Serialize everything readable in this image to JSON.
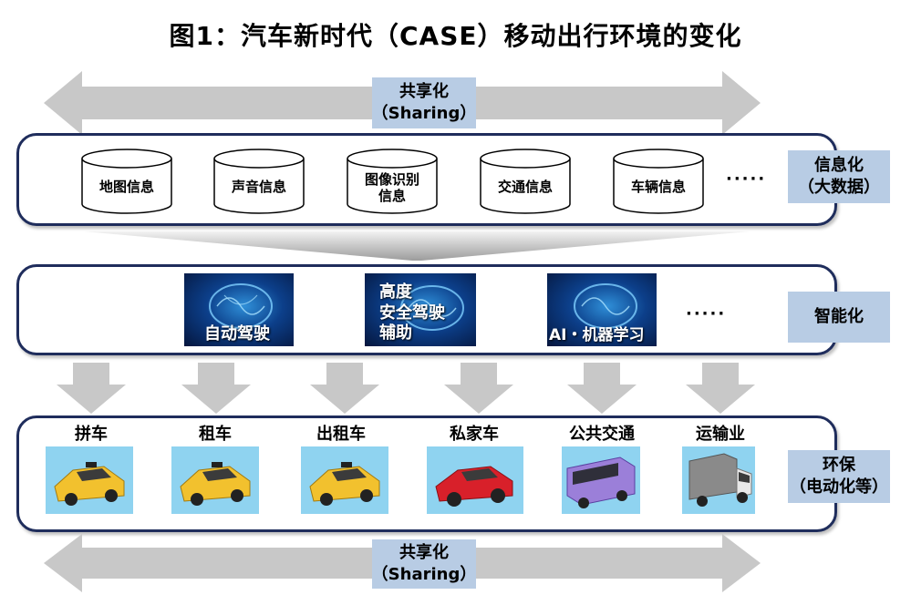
{
  "title": "图1：汽车新时代（CASE）移动出行环境的变化",
  "sharing": {
    "line1": "共享化",
    "line2": "（Sharing）"
  },
  "info_layer": {
    "items": [
      "地图信息",
      "声音信息",
      "图像识别\n信息",
      "交通信息",
      "车辆信息"
    ],
    "ellipsis": "·····",
    "side_label": {
      "line1": "信息化",
      "line2": "（大数据）"
    }
  },
  "intelligent_layer": {
    "items": [
      "自动驾驶",
      "高度\n安全驾驶\n辅助",
      "AI・机器学习"
    ],
    "ellipsis": "·····",
    "side_label": "智能化"
  },
  "mobility_layer": {
    "items": [
      {
        "label": "拼车",
        "vehicle": "taxi-icon"
      },
      {
        "label": "租车",
        "vehicle": "taxi-icon"
      },
      {
        "label": "出租车",
        "vehicle": "taxi-icon"
      },
      {
        "label": "私家车",
        "vehicle": "car-icon"
      },
      {
        "label": "公共交通",
        "vehicle": "bus-icon"
      },
      {
        "label": "运输业",
        "vehicle": "truck-icon"
      }
    ],
    "side_label": {
      "line1": "环保",
      "line2": "（电动化等）"
    }
  },
  "colors": {
    "box_border": "#1f2d5c",
    "label_bg": "#b8cce4",
    "arrow": "#c8c8c8",
    "taxi": "#f2c12e",
    "car": "#d8202a",
    "bus": "#9b7fd9",
    "sky": "#8fd3f0"
  }
}
